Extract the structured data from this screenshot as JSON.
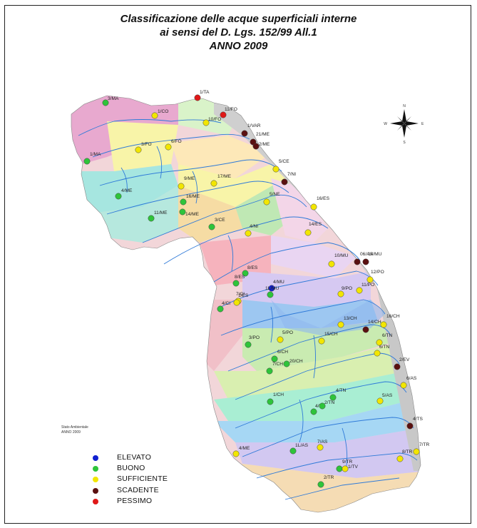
{
  "title": {
    "line1": "Classificazione delle acque superficiali interne",
    "line2": "ai sensi del D. Lgs. 152/99 All.1",
    "line3": "ANNO 2009"
  },
  "note": {
    "line1": "Stato Ambientale",
    "line2": "ANNO 2009"
  },
  "compass": {
    "n": "N",
    "s": "S",
    "e": "E",
    "w": "W"
  },
  "legend": [
    {
      "key": "elevato",
      "label": "ELEVATO",
      "color": "#1020d0"
    },
    {
      "key": "buono",
      "label": "BUONO",
      "color": "#2ec43a"
    },
    {
      "key": "sufficiente",
      "label": "SUFFICIENTE",
      "color": "#f2e600"
    },
    {
      "key": "scadente",
      "label": "SCADENTE",
      "color": "#5a1010"
    },
    {
      "key": "pessimo",
      "label": "PESSIMO",
      "color": "#e01818"
    }
  ],
  "stations": [
    {
      "label": "1/TA",
      "status": "pessimo"
    },
    {
      "label": "11/FO",
      "status": "pessimo"
    },
    {
      "label": "3/MA",
      "status": "buono"
    },
    {
      "label": "1/CO",
      "status": "sufficiente"
    },
    {
      "label": "10/FO",
      "status": "sufficiente"
    },
    {
      "label": "1/VAR",
      "status": "scadente"
    },
    {
      "label": "21/ME",
      "status": "scadente"
    },
    {
      "label": "2/ME",
      "status": "scadente"
    },
    {
      "label": "1/MA",
      "status": "buono"
    },
    {
      "label": "3/FO",
      "status": "sufficiente"
    },
    {
      "label": "6/FO",
      "status": "sufficiente"
    },
    {
      "label": "5/CE",
      "status": "sufficiente"
    },
    {
      "label": "7/NI",
      "status": "scadente"
    },
    {
      "label": "9/ME",
      "status": "sufficiente"
    },
    {
      "label": "17/ME",
      "status": "sufficiente"
    },
    {
      "label": "4/ME",
      "status": "buono"
    },
    {
      "label": "16/ME",
      "status": "buono"
    },
    {
      "label": "5/NE",
      "status": "sufficiente"
    },
    {
      "label": "16/ES",
      "status": "sufficiente"
    },
    {
      "label": "11/ME",
      "status": "buono"
    },
    {
      "label": "14/ME",
      "status": "buono"
    },
    {
      "label": "3/CE",
      "status": "buono"
    },
    {
      "label": "14/ES",
      "status": "sufficiente"
    },
    {
      "label": "4/NI",
      "status": "sufficiente"
    },
    {
      "label": "10/MU",
      "status": "sufficiente"
    },
    {
      "label": "06/AS",
      "status": "scadente"
    },
    {
      "label": "14/MU",
      "status": "scadente"
    },
    {
      "label": "12/PO",
      "status": "sufficiente"
    },
    {
      "label": "8/ES",
      "status": "buono"
    },
    {
      "label": "8/ES",
      "status": "buono"
    },
    {
      "label": "4/MU",
      "status": "elevato"
    },
    {
      "label": "1L/MU",
      "status": "buono"
    },
    {
      "label": "11/PO",
      "status": "sufficiente"
    },
    {
      "label": "7/CI",
      "status": "sufficiente"
    },
    {
      "label": "1/ES",
      "status": "sufficiente"
    },
    {
      "label": "9/PO",
      "status": "sufficiente"
    },
    {
      "label": "4/CI",
      "status": "buono"
    },
    {
      "label": "13/CH",
      "status": "sufficiente"
    },
    {
      "label": "14/CH",
      "status": "scadente"
    },
    {
      "label": "16/CH",
      "status": "sufficiente"
    },
    {
      "label": "5/PO",
      "status": "sufficiente"
    },
    {
      "label": "15/CH",
      "status": "sufficiente"
    },
    {
      "label": "3/PO",
      "status": "buono"
    },
    {
      "label": "6/TN",
      "status": "sufficiente"
    },
    {
      "label": "6/CH",
      "status": "buono"
    },
    {
      "label": "7/CH",
      "status": "buono"
    },
    {
      "label": "20/CH",
      "status": "buono"
    },
    {
      "label": "6/TN",
      "status": "sufficiente"
    },
    {
      "label": "2/EV",
      "status": "scadente"
    },
    {
      "label": "4/TN",
      "status": "buono"
    },
    {
      "label": "6/AS",
      "status": "sufficiente"
    },
    {
      "label": "1/CH",
      "status": "buono"
    },
    {
      "label": "4/TE",
      "status": "buono"
    },
    {
      "label": "5/AS",
      "status": "sufficiente"
    },
    {
      "label": "2/TN",
      "status": "buono"
    },
    {
      "label": "4/TS",
      "status": "scadente"
    },
    {
      "label": "1L/AS",
      "status": "buono"
    },
    {
      "label": "7/AS",
      "status": "sufficiente"
    },
    {
      "label": "7/TR",
      "status": "sufficiente"
    },
    {
      "label": "8/TR",
      "status": "sufficiente"
    },
    {
      "label": "4/ME",
      "status": "sufficiente"
    },
    {
      "label": "9/TR",
      "status": "buono"
    },
    {
      "label": "1/TV",
      "status": "sufficiente"
    },
    {
      "label": "2/TR",
      "status": "buono"
    }
  ]
}
